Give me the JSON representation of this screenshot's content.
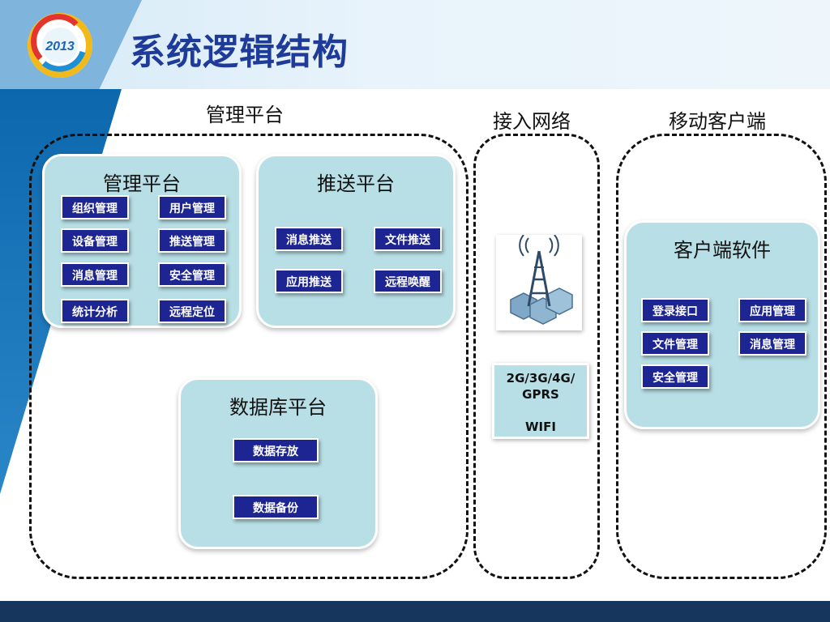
{
  "title": "系统逻辑结构",
  "logo": {
    "text": "2013",
    "icon": "2013-logo-icon"
  },
  "sections": {
    "management": "管理平台",
    "access": "接入网络",
    "mobile": "移动客户端"
  },
  "panels": {
    "management": {
      "title": "管理平台",
      "items": [
        "组织管理",
        "用户管理",
        "设备管理",
        "推送管理",
        "消息管理",
        "安全管理",
        "统计分析",
        "远程定位"
      ]
    },
    "push": {
      "title": "推送平台",
      "items": [
        "消息推送",
        "文件推送",
        "应用推送",
        "远程唤醒"
      ]
    },
    "database": {
      "title": "数据库平台",
      "items": [
        "数据存放",
        "数据备份"
      ]
    },
    "client": {
      "title": "客户端软件",
      "items": [
        "登录接口",
        "应用管理",
        "文件管理",
        "消息管理",
        "安全管理"
      ]
    }
  },
  "network": {
    "icon": "signal-tower-icon",
    "line1": "2G/3G/4G/",
    "line2": "GPRS",
    "line3": "WIFI"
  },
  "colors": {
    "title": "#1f3b99",
    "chip": "#1c2591",
    "panel": "#b7dfe5",
    "footer": "#17365d",
    "stripe": "#0d67ad"
  }
}
